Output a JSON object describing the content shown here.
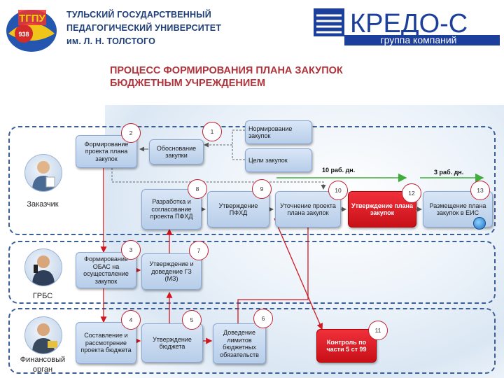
{
  "header": {
    "university_lines": [
      "ТУЛЬСКИЙ ГОСУДАРСТВЕННЫЙ",
      "ПЕДАГОГИЧЕСКИЙ УНИВЕРСИТЕТ",
      "им. Л. Н. ТОЛСТОГО"
    ],
    "emblem_text": "ТГПУ",
    "emblem_year": "938",
    "brand_name": "КРЕДО-С",
    "brand_sub": "группа компаний"
  },
  "title": [
    "ПРОЦЕСС ФОРМИРОВАНИЯ ПЛАНА ЗАКУПОК",
    "БЮДЖЕТНЫМ УЧРЕЖДЕНИЕМ"
  ],
  "roles": {
    "customer": "Заказчик",
    "grbs": "ГРБС",
    "finance": [
      "Финансовый",
      "орган"
    ]
  },
  "boxes": {
    "b2": "Формирование проекта плана закупок",
    "b1": "Обоснование закупки",
    "norm": "Нормирование закупок",
    "goals": "Цели закупок",
    "b8": "Разработка и согласование проекта ПФХД",
    "b9": "Утверждение ПФХД",
    "b10": "Уточнение проекта плана закупок",
    "b12": "Утверждение плана закупок",
    "b13": "Размещение плана закупок в ЕИС",
    "b3": "Формирование ОБАС на осуществление закупок",
    "b7": "Утверждение и доведение ГЗ (МЗ)",
    "b4": "Составление и рассмотрение проекта бюджета",
    "b5": "Утверждение бюджета",
    "b6": "Доведение лимитов бюджетных обязательств",
    "b11": "Контроль по части 5 ст 99"
  },
  "numbers": [
    "1",
    "2",
    "3",
    "4",
    "5",
    "6",
    "7",
    "8",
    "9",
    "10",
    "11",
    "12",
    "13"
  ],
  "durations": {
    "d1": "10 раб. дн.",
    "d2": "3 раб. дн."
  },
  "colors": {
    "accent_red": "#d01820",
    "lane_border": "#3a5f96",
    "arrow_green": "#3fae3a",
    "title_red": "#b0323a"
  }
}
